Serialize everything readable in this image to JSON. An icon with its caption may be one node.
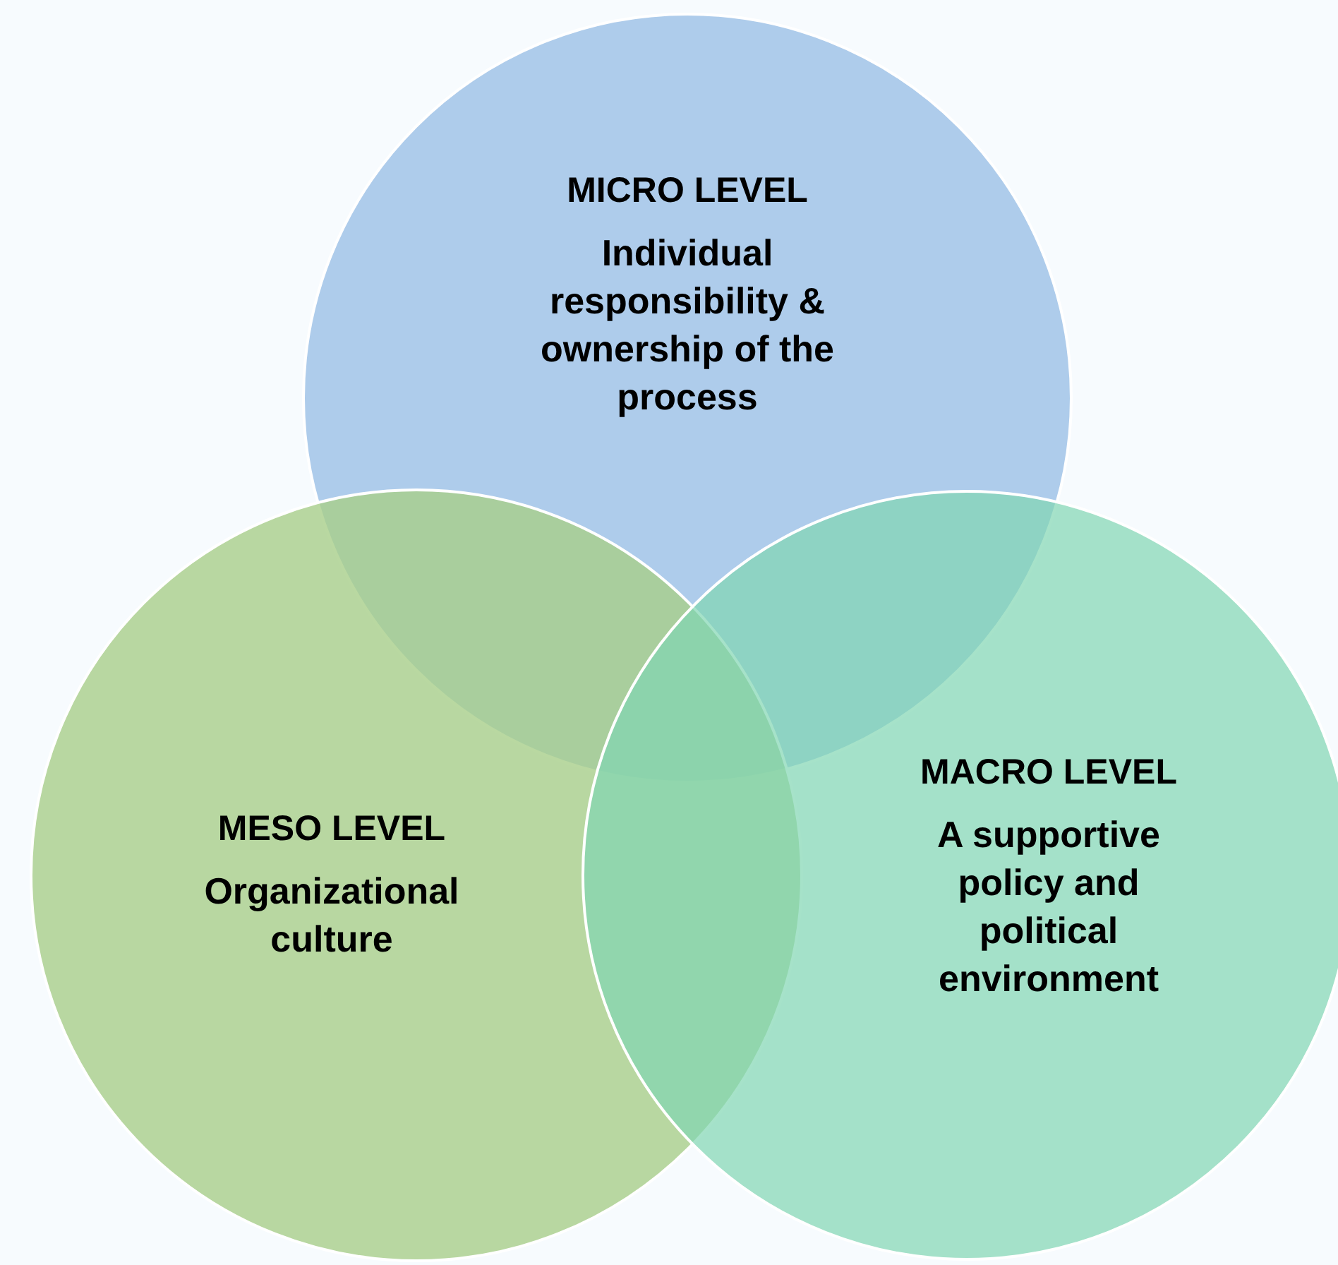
{
  "diagram": {
    "nodes": [
      {
        "text": [
          "MICRO LEVEL",
          "Individual responsibility & ownership of the process"
        ]
      },
      {
        "text": [
          "MESO LEVEL",
          "Organizational culture"
        ]
      },
      {
        "text": [
          "MACRO LEVEL",
          "A supportive policy and political environment"
        ]
      }
    ]
  }
}
